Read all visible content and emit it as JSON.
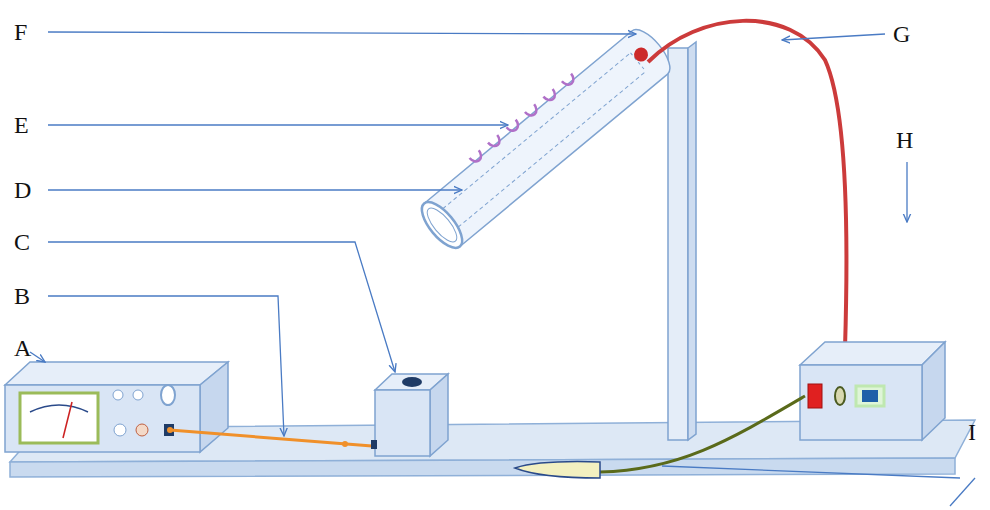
{
  "diagram": {
    "labels": [
      "F",
      "G",
      "E",
      "H",
      "D",
      "C",
      "B",
      "A",
      "I"
    ]
  }
}
